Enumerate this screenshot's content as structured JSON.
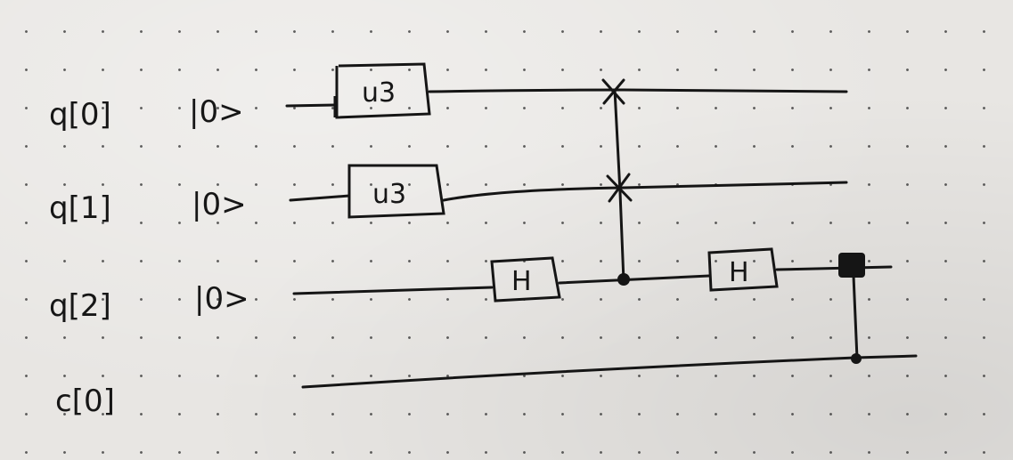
{
  "qubits": [
    {
      "label": "q[0]",
      "state": "|0>"
    },
    {
      "label": "q[1]",
      "state": "|0>"
    },
    {
      "label": "q[2]",
      "state": "|0>"
    }
  ],
  "classical": [
    {
      "label": "c[0]"
    }
  ],
  "gates": [
    {
      "name": "u3",
      "wire": "q[0]"
    },
    {
      "name": "u3",
      "wire": "q[1]"
    },
    {
      "name": "H",
      "wire": "q[2]"
    },
    {
      "name": "H",
      "wire": "q[2]"
    }
  ],
  "controlled_swap": {
    "control": "q[2]",
    "targets": [
      "q[0]",
      "q[1]"
    ]
  },
  "measurement": {
    "qubit": "q[2]",
    "classical": "c[0]"
  }
}
